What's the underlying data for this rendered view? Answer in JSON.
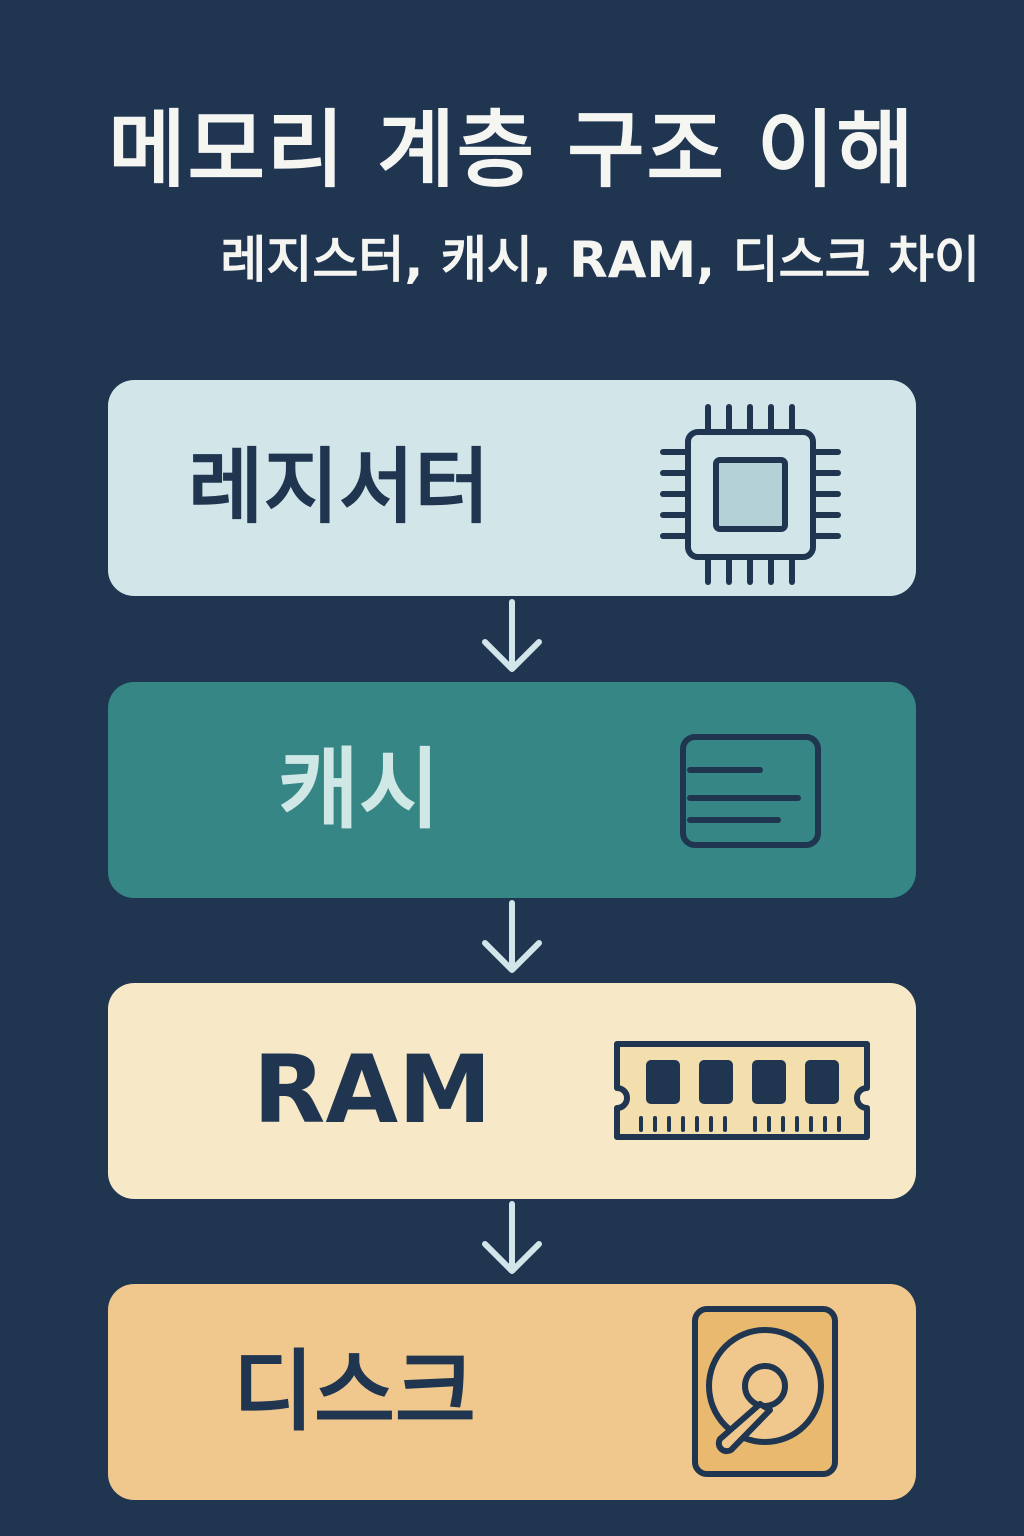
{
  "title": "메모리 계층 구조 이해",
  "subtitle": "레지스터, 캐시, RAM, 디스크 차이",
  "levels": [
    {
      "label": "레지서터",
      "icon": "cpu-chip-icon",
      "bg": "#d2e6ea",
      "text_color": "#1f3550"
    },
    {
      "label": "캐시",
      "icon": "cache-card-icon",
      "bg": "#368686",
      "text_color": "#cfe8e6"
    },
    {
      "label": "RAM",
      "icon": "ram-module-icon",
      "bg": "#f7e9c7",
      "text_color": "#1f3550"
    },
    {
      "label": "디스크",
      "icon": "hard-disk-icon",
      "bg": "#f0c78d",
      "text_color": "#1f3550"
    }
  ],
  "colors": {
    "background": "#1f3550",
    "arrow": "#d2e6ea",
    "icon_stroke": "#1f3550"
  }
}
